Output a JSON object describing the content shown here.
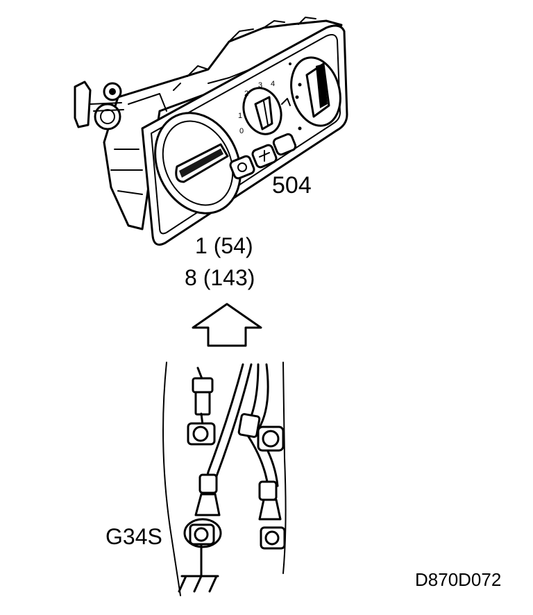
{
  "labels": {
    "module_ref": "504",
    "spec_line_1": "1 (54)",
    "spec_line_2": "8 (143)",
    "ground_point": "G34S",
    "figure_id": "D870D072"
  },
  "knob_scale_digits": [
    "0",
    "1",
    "2",
    "3",
    "4"
  ],
  "colors": {
    "ink": "#000000",
    "background": "#ffffff"
  }
}
